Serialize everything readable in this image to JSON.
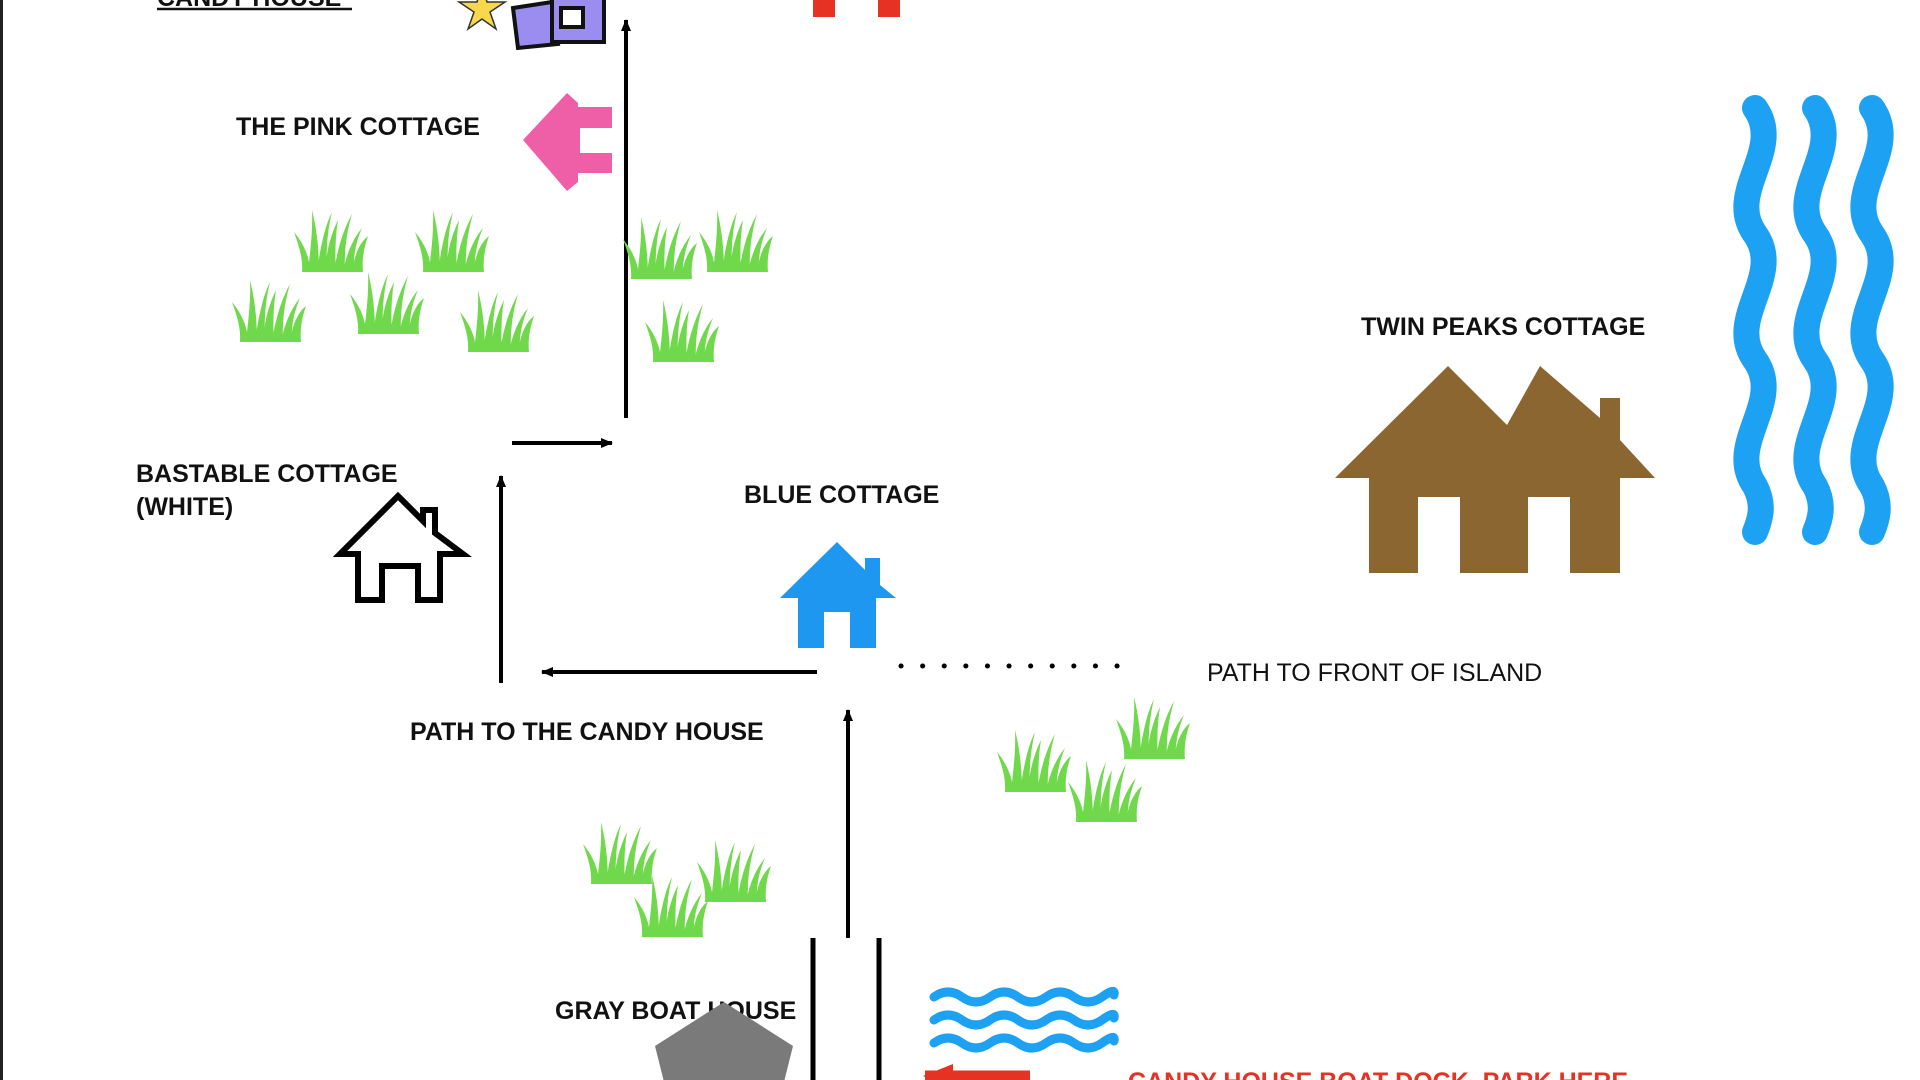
{
  "labels": {
    "candy_house": "CANDY HOUSE",
    "pink_cottage": "THE PINK COTTAGE",
    "twin_peaks": "TWIN PEAKS COTTAGE",
    "bastable_line1": "BASTABLE COTTAGE",
    "bastable_line2": "(WHITE)",
    "blue_cottage": "BLUE COTTAGE",
    "path_front": "PATH TO FRONT OF ISLAND",
    "path_candy": "PATH TO THE CANDY HOUSE",
    "gray_boat_house": "GRAY BOAT HOUSE",
    "dock": "CANDY HOUSE BOAT DOCK, PARK HERE"
  },
  "colors": {
    "pink_cottage": "#ee5fa8",
    "blue_cottage": "#1d97ef",
    "twin_peaks": "#8c6631",
    "water": "#1da1f2",
    "grass": "#6fd84b",
    "boat_house": "#7a7a7a",
    "candy_house": "#9b8cf0",
    "red": "#e53222",
    "star": "#f7d84a"
  },
  "icons": {
    "pink_cottage": "house-arrow-left-icon",
    "blue_cottage": "house-icon",
    "bastable": "house-outline-icon",
    "twin_peaks": "twin-house-icon",
    "water": "wave-icon",
    "grass": "grass-icon",
    "boat_house": "pentagon-icon",
    "star": "star-icon"
  }
}
